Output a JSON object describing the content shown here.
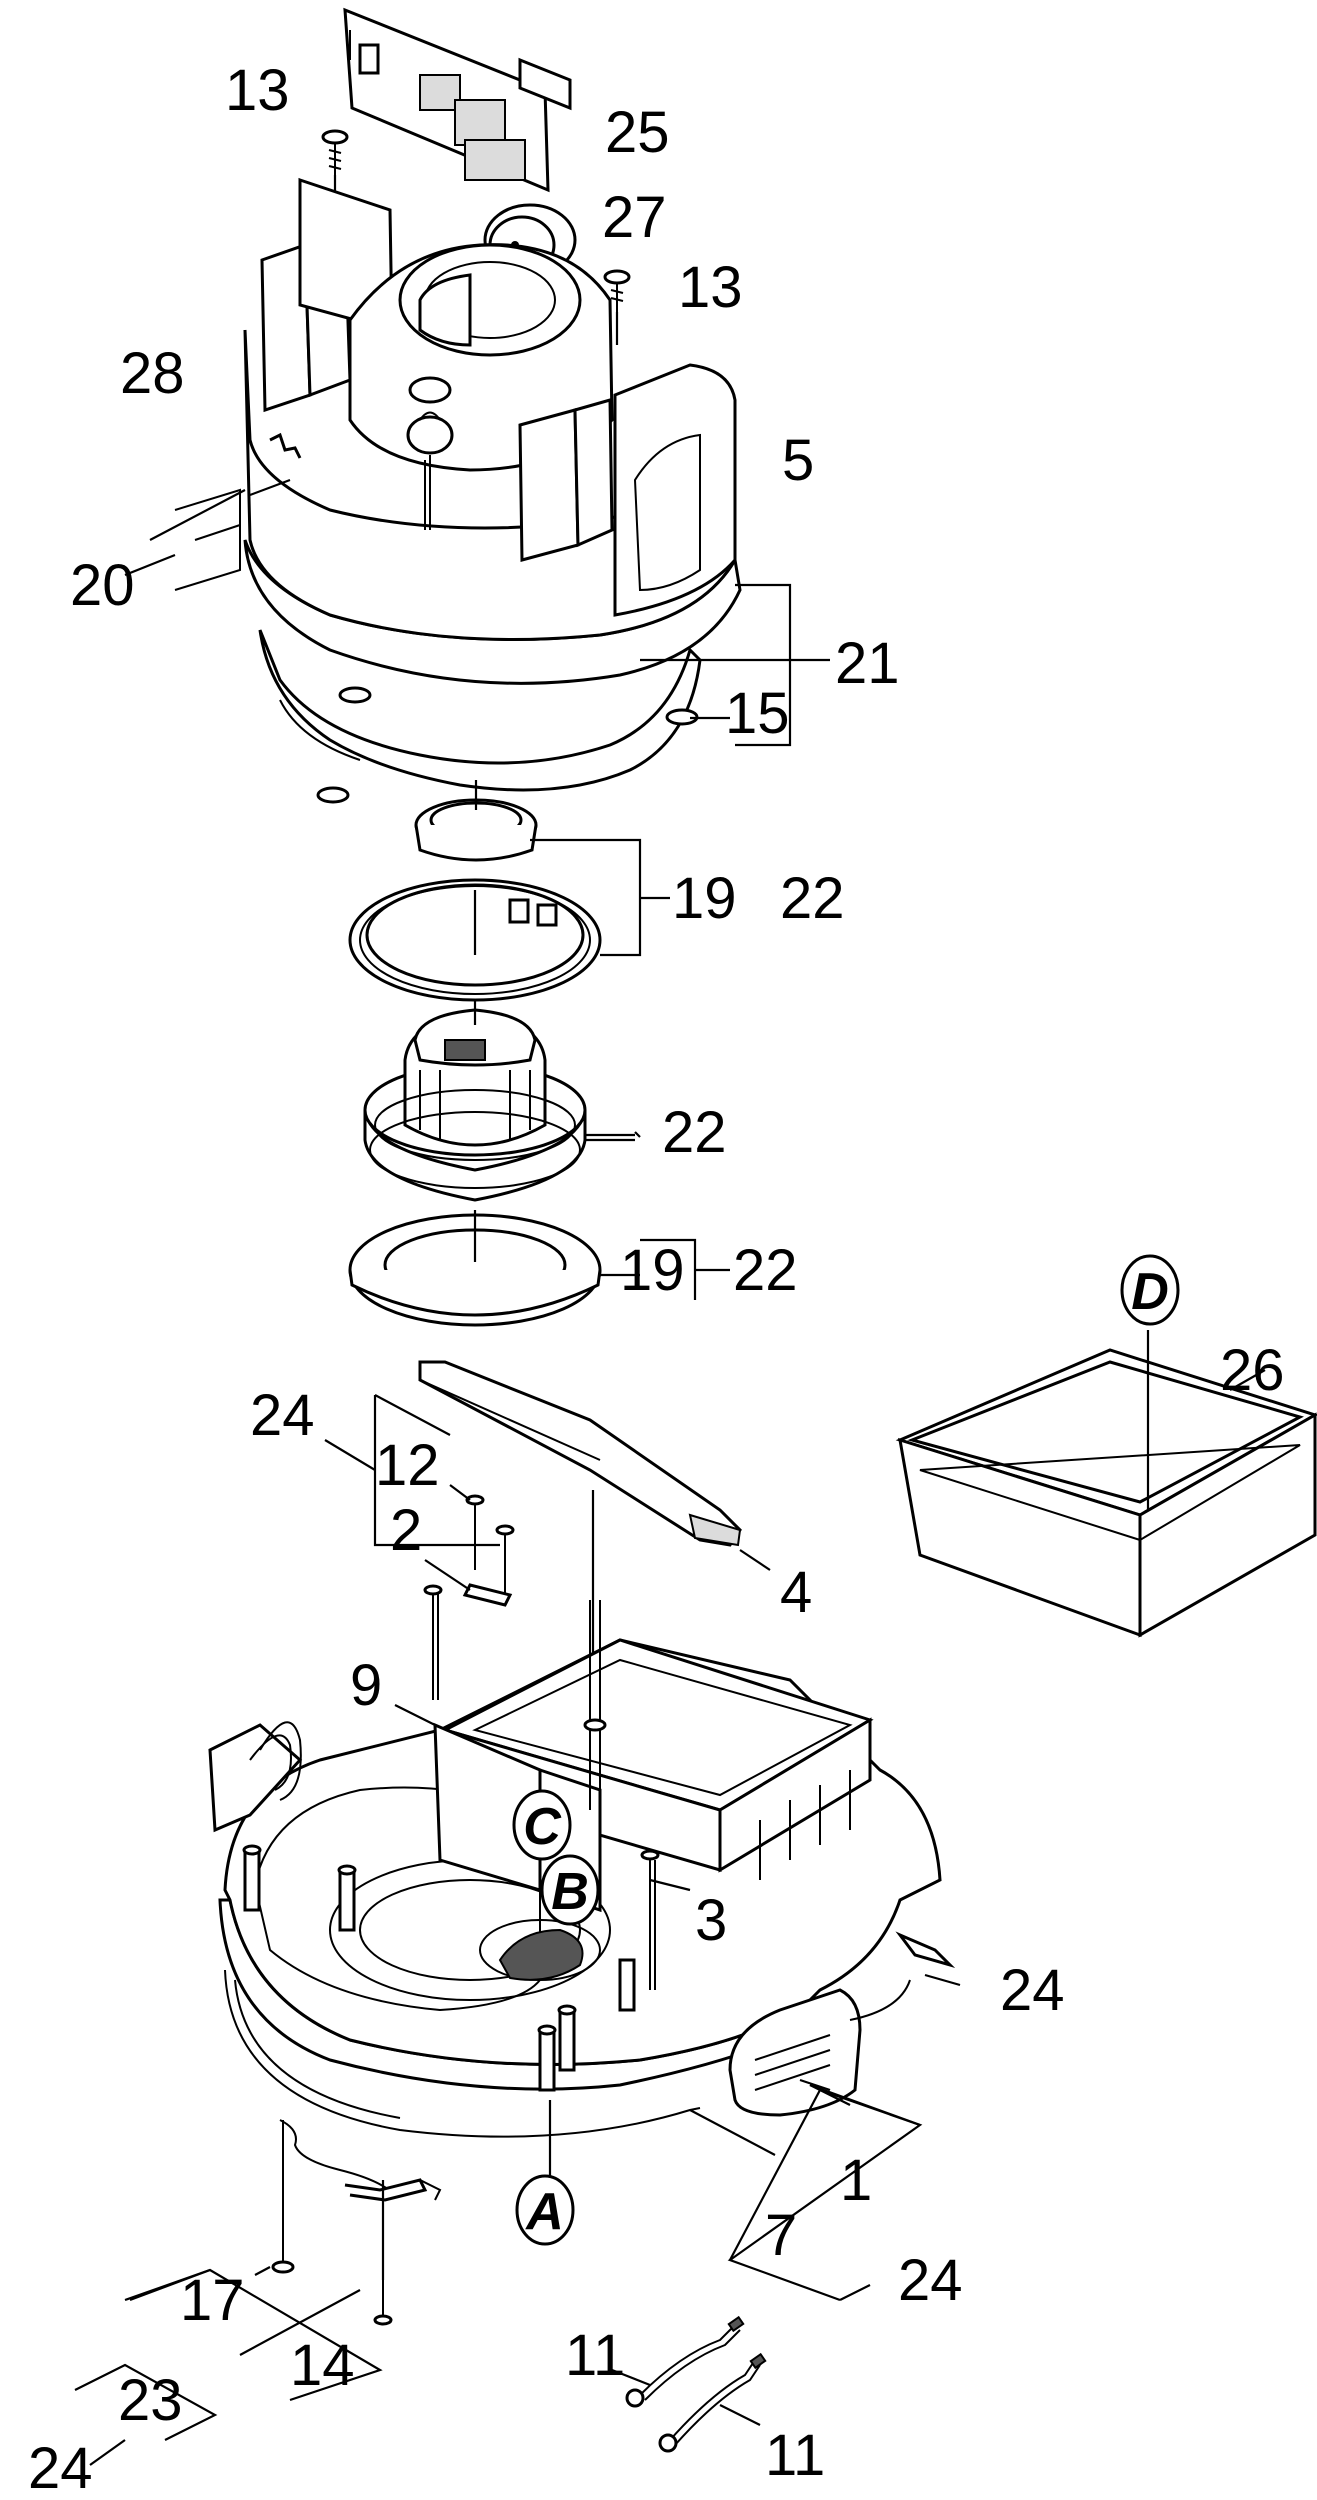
{
  "callouts": {
    "n13a": "13",
    "n25": "25",
    "n27": "27",
    "n13b": "13",
    "n28": "28",
    "n5": "5",
    "n20": "20",
    "n21": "21",
    "n15": "15",
    "n19a": "19",
    "n22a": "22",
    "n22b": "22",
    "n19b": "19",
    "n22c": "22",
    "n26": "26",
    "n24a": "24",
    "n12": "12",
    "n2": "2",
    "n4": "4",
    "n9": "9",
    "n3": "3",
    "n24b": "24",
    "n1": "1",
    "n7": "7",
    "n24c": "24",
    "n17": "17",
    "n14": "14",
    "n23": "23",
    "n24d": "24",
    "n11a": "11",
    "n11b": "11"
  },
  "markers": {
    "A": "A",
    "B": "B",
    "C": "C",
    "D": "D"
  }
}
